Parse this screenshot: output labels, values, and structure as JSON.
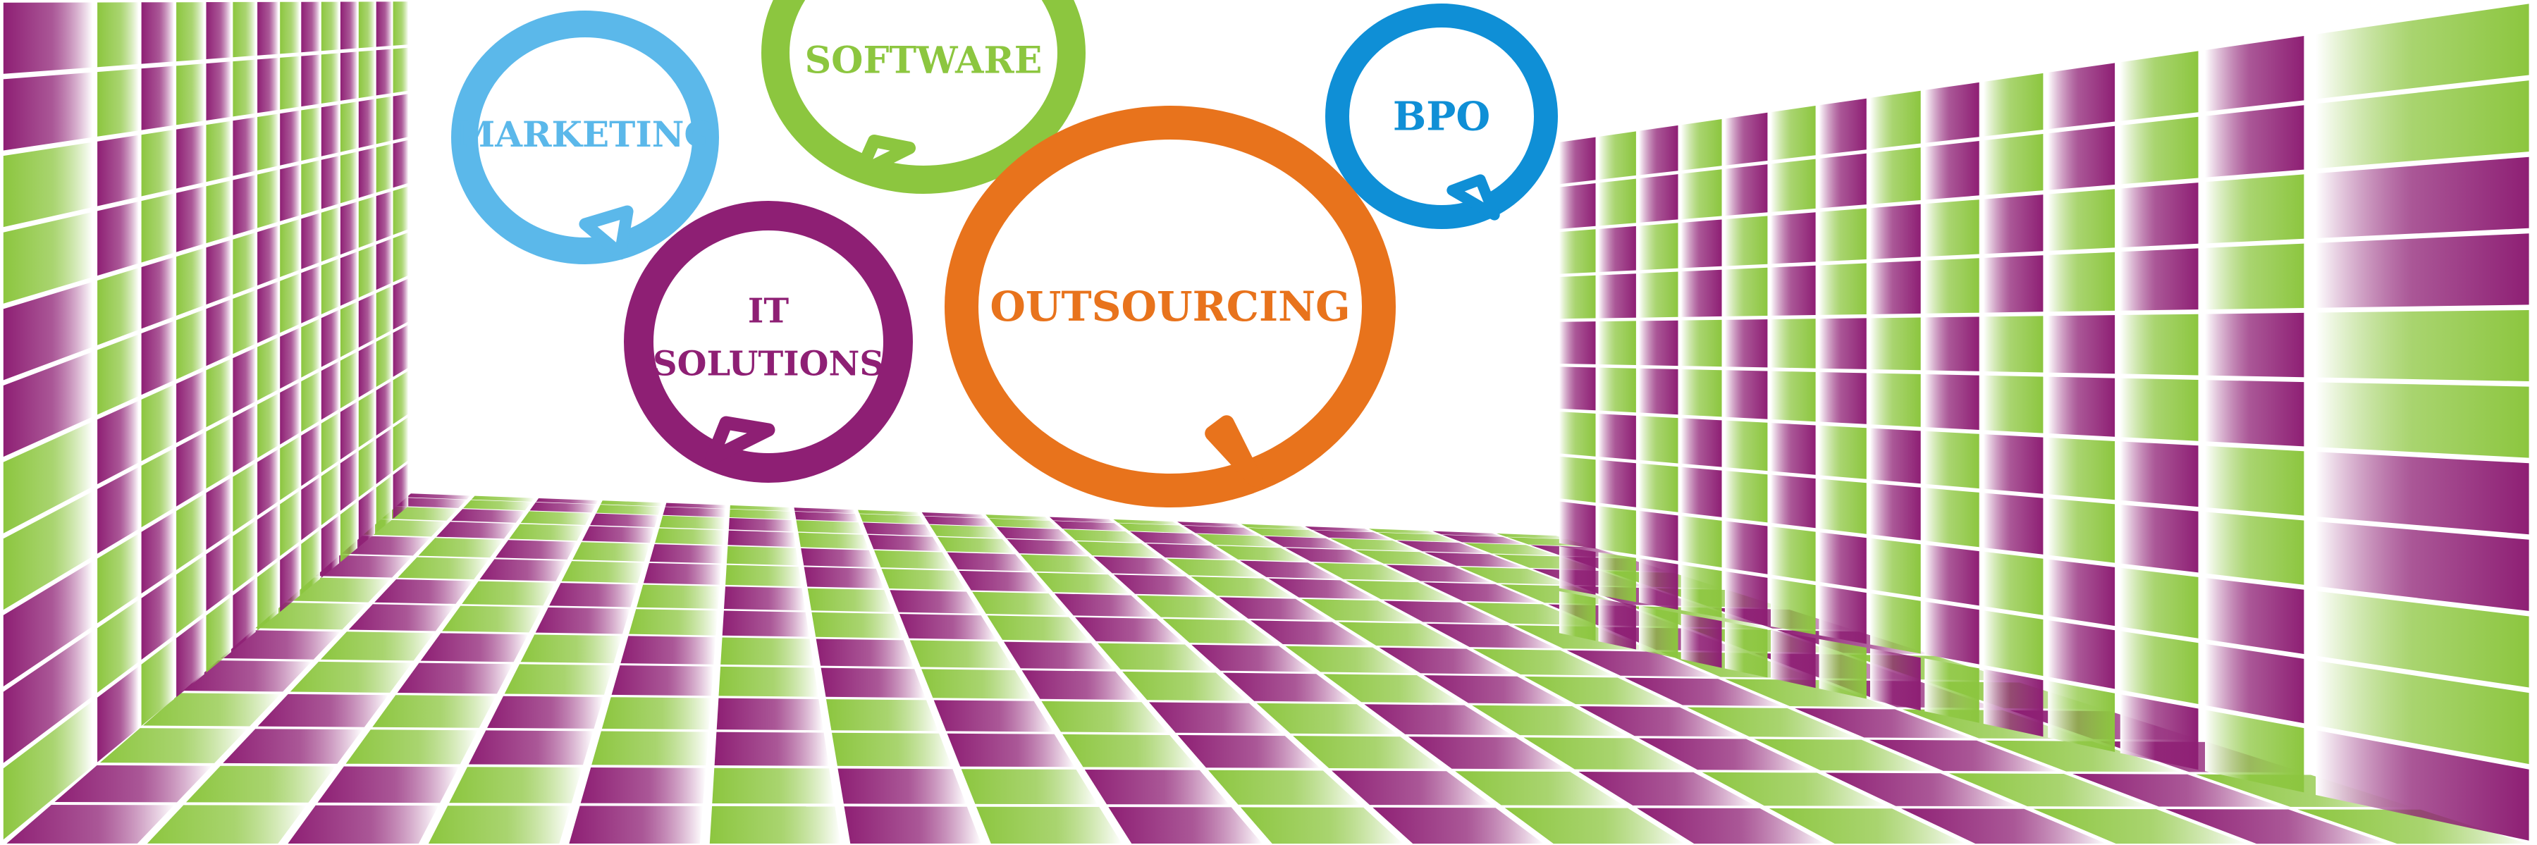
{
  "colors": {
    "purple": "#8e1f74",
    "blue": "#1f9fe0",
    "green": "#8cc63f",
    "orange": "#e8731c",
    "light_blue": "#5bb8ea",
    "background": "#ffffff"
  },
  "bubbles": [
    {
      "id": "marketing",
      "lines": [
        "MARKETING"
      ],
      "color": "#5bb8ea",
      "text_color": "#5bb8ea"
    },
    {
      "id": "software",
      "lines": [
        "SOFTWARE"
      ],
      "color": "#8cc63f",
      "text_color": "#8cc63f"
    },
    {
      "id": "bpo",
      "lines": [
        "BPO"
      ],
      "color": "#0f8fd6",
      "text_color": "#0f8fd6"
    },
    {
      "id": "it-solutions",
      "lines": [
        "IT",
        "SOLUTIONS"
      ],
      "color": "#8e1f74",
      "text_color": "#8e1f74"
    },
    {
      "id": "outsourcing",
      "lines": [
        "OUTSOURCING"
      ],
      "color": "#e8731c",
      "text_color": "#e8731c"
    }
  ]
}
